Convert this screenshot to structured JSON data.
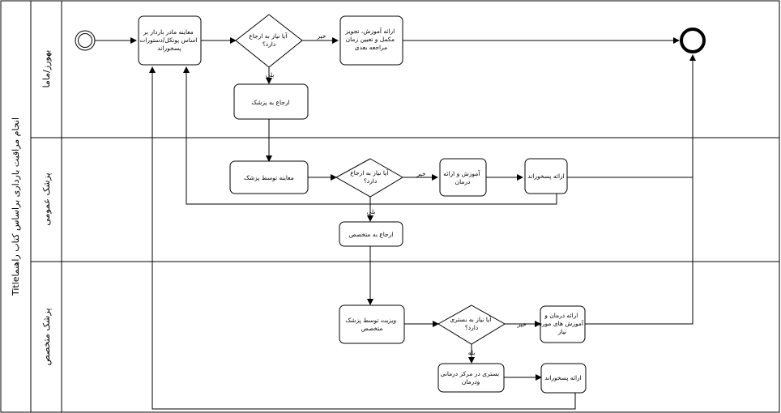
{
  "pool": {
    "title": "Titleانجام مراقبت بارداری براساس کتاب راهنما"
  },
  "lanes": [
    {
      "id": "lane1",
      "label": "بهورز/ماما"
    },
    {
      "id": "lane2",
      "label": "پزشک عمومی"
    },
    {
      "id": "lane3",
      "label": "پزشک متخصص"
    }
  ],
  "nodes": {
    "n_exam_mother": [
      "معاینه مادر باردار بر",
      "اساس پوتکل/دستورات",
      "پسخوراند"
    ],
    "n_q_referral1": [
      "آیا نیاز به ارجاع",
      "دارد؟"
    ],
    "n_education1": [
      "ارائه آموزش، تجویز",
      "مکمل و تعیین زمان",
      "مراجعه بعدی"
    ],
    "n_refer_doctor": [
      "ارجاع به پزشک"
    ],
    "n_doctor_exam": [
      "معاینه توسط پزشک"
    ],
    "n_q_referral2": [
      "آیا نیاز به ارجاع",
      "دارد؟"
    ],
    "n_edu_treat": [
      "آموزش و ارائه",
      "درمان"
    ],
    "n_feedback1": [
      "ارائه پسخوراند"
    ],
    "n_refer_specialist": [
      "ارجاع به متخصص"
    ],
    "n_specialist_visit": [
      "ویزیت توسط پزشک",
      "متخصص"
    ],
    "n_q_admit": [
      "آیا نیاز به بستری",
      "دارد؟"
    ],
    "n_treat_edu": [
      "ارائه درمان و",
      "آموزش های مورد",
      "نیاز"
    ],
    "n_admit": [
      "بستری در مرکز درمانی",
      "ودرمان"
    ],
    "n_feedback2": [
      "ارائه پسخوراند"
    ]
  },
  "edge_labels": {
    "no1": "خیر",
    "yes1": "بلی",
    "no2": "خیر",
    "yes2": "بلی",
    "no3": "خیر",
    "yes3": "بله"
  }
}
